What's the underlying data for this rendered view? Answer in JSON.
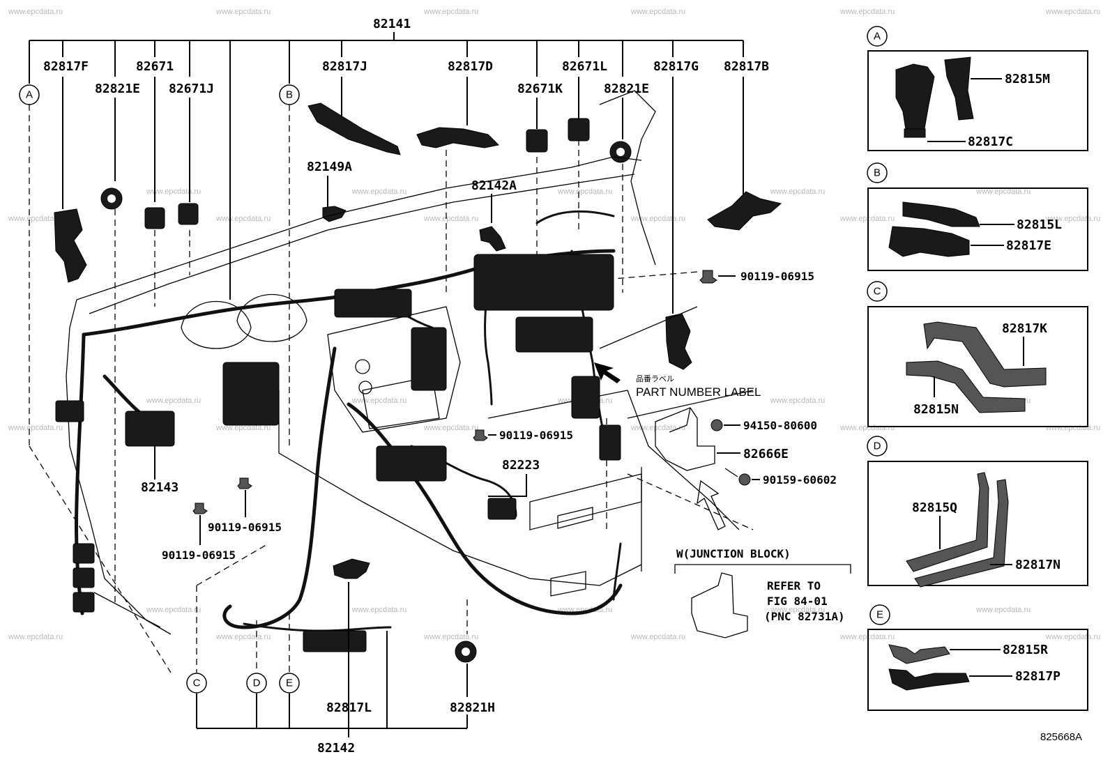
{
  "watermark": "www.epcdata.ru",
  "figure_id": "825668A",
  "labels": {
    "p82141": "82141",
    "p82142": "82142",
    "p82817F": "82817F",
    "p82671": "82671",
    "p82821E_l": "82821E",
    "p82671J": "82671J",
    "p82817J": "82817J",
    "p82817D": "82817D",
    "p82671L": "82671L",
    "p82671K": "82671K",
    "p82821E_r": "82821E",
    "p82817G": "82817G",
    "p82817B": "82817B",
    "p82149A": "82149A",
    "p82142A": "82142A",
    "p90119_a": "90119-06915",
    "p90119_b": "90119-06915",
    "p90119_c": "90119-06915",
    "p90119_d": "90119-06915",
    "p94150": "94150-80600",
    "p82666E": "82666E",
    "p90159": "90159-60602",
    "p82223": "82223",
    "p82143": "82143",
    "p82817L": "82817L",
    "p82821H": "82821H"
  },
  "part_number_label": {
    "jp": "品番ラベル",
    "en": "PART NUMBER LABEL"
  },
  "junction": {
    "title": "W(JUNCTION BLOCK)",
    "line1": "REFER TO",
    "line2": "FIG 84-01",
    "line3": "(PNC 82731A)"
  },
  "callouts": {
    "A": "A",
    "B": "B",
    "C": "C",
    "D": "D",
    "E": "E"
  },
  "insets": {
    "A": {
      "letter": "A",
      "top": "82815M",
      "bottom": "82817C"
    },
    "B": {
      "letter": "B",
      "top": "82815L",
      "bottom": "82817E"
    },
    "C": {
      "letter": "C",
      "top": "82817K",
      "bottom": "82815N"
    },
    "D": {
      "letter": "D",
      "top": "82815Q",
      "bottom": "82817N"
    },
    "E": {
      "letter": "E",
      "top": "82815R",
      "bottom": "82817P"
    }
  }
}
